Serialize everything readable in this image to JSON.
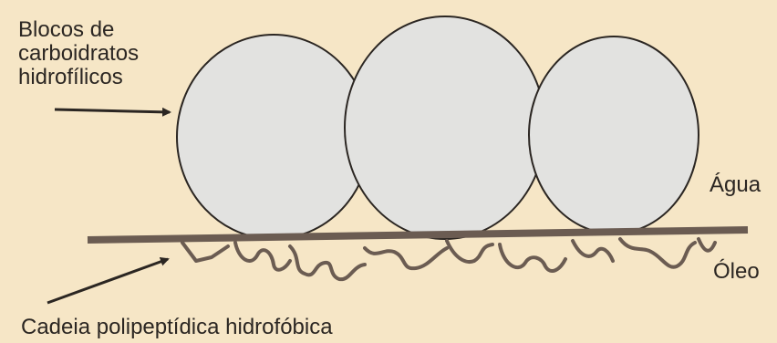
{
  "labels": {
    "hydrophilic_blocks": [
      "Blocos de",
      "carboidratos",
      "hidrofílicos"
    ],
    "water": "Água",
    "oil": "Óleo",
    "hydrophobic_chain": "Cadeia polipeptídica hidrofóbica"
  },
  "colors": {
    "background": "#f6e6c6",
    "sphere_fill": "#e2e2e0",
    "outline": "#2b2622",
    "chain": "#6b5c52"
  }
}
